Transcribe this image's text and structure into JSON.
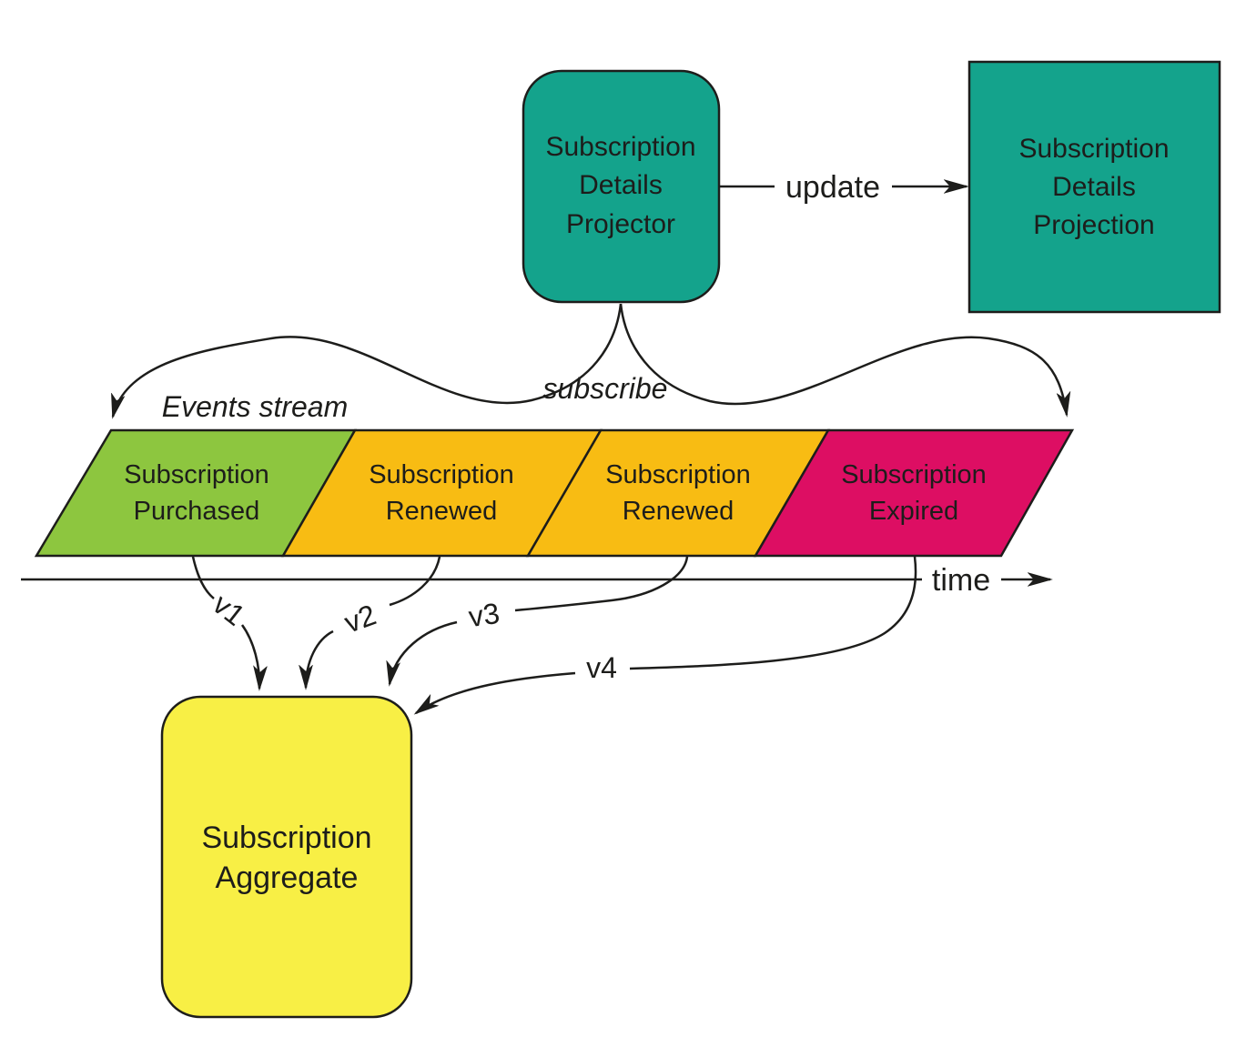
{
  "colors": {
    "teal": "#14A38C",
    "green": "#8DC63F",
    "amber": "#F8BC13",
    "crimson": "#DD0E63",
    "yellow": "#F8EF45"
  },
  "nodes": {
    "projector": {
      "lines": [
        "Subscription",
        "Details",
        "Projector"
      ]
    },
    "projection": {
      "lines": [
        "Subscription",
        "Details",
        "Projection"
      ]
    },
    "aggregate": {
      "lines": [
        "Subscription",
        "Aggregate"
      ]
    }
  },
  "events": [
    {
      "lines": [
        "Subscription",
        "Purchased"
      ],
      "color": "green"
    },
    {
      "lines": [
        "Subscription",
        "Renewed"
      ],
      "color": "amber"
    },
    {
      "lines": [
        "Subscription",
        "Renewed"
      ],
      "color": "amber"
    },
    {
      "lines": [
        "Subscription",
        "Expired"
      ],
      "color": "crimson"
    }
  ],
  "labels": {
    "update": "update",
    "subscribe": "subscribe",
    "events_stream": "Events stream",
    "time": "time"
  },
  "versions": {
    "v1": "v1",
    "v2": "v2",
    "v3": "v3",
    "v4": "v4"
  }
}
